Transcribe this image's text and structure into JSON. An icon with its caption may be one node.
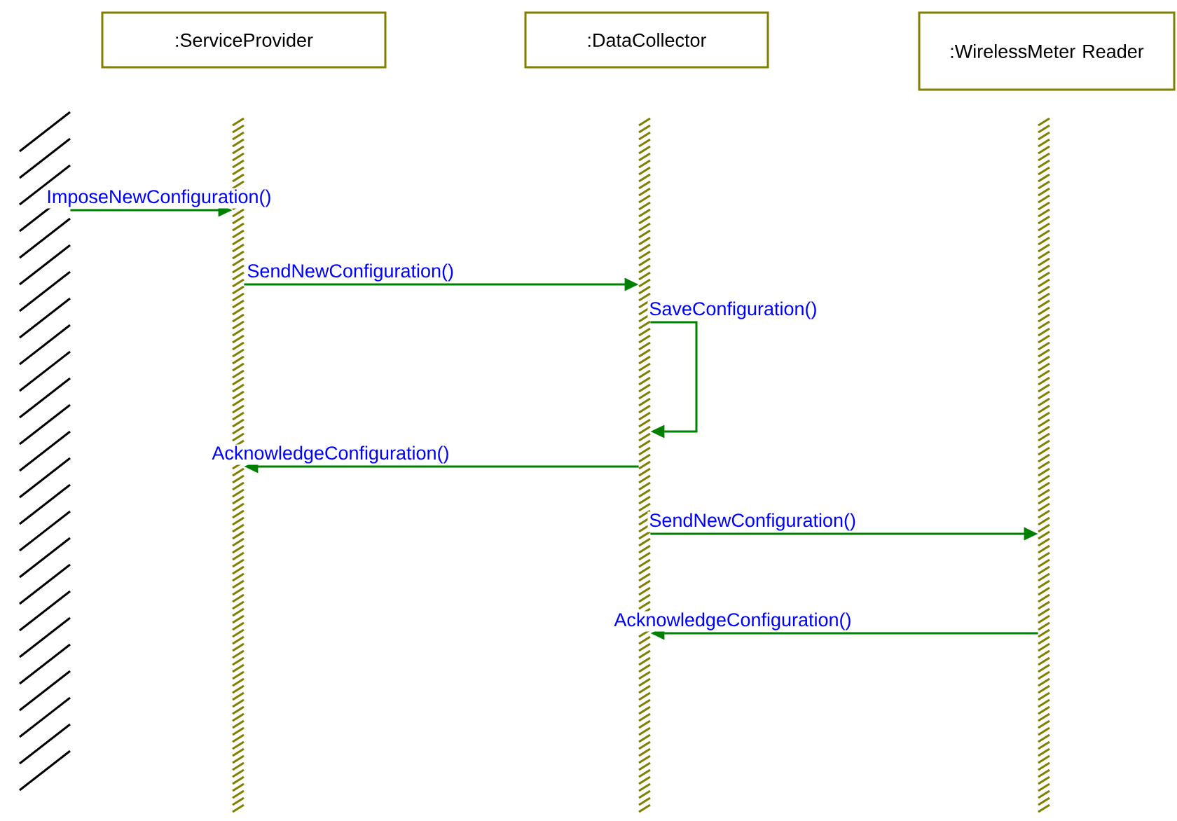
{
  "diagram": {
    "nodes": [
      {
        "text": [
          ":ServiceProvider"
        ]
      },
      {
        "text": [
          ":DataCollector"
        ]
      },
      {
        "text": [
          ":WirelessMeter Reader"
        ]
      },
      {
        "text": [],
        "shape": "bar"
      },
      {
        "text": [],
        "shape": "bar"
      },
      {
        "text": [],
        "shape": "bar"
      },
      {
        "text": [],
        "shape": "bar"
      }
    ],
    "edges": [
      {
        "from": 3,
        "to": 4,
        "arrow": "to",
        "label": "ImposeNewConfiguration()"
      },
      {
        "from": 4,
        "to": 5,
        "arrow": "to",
        "label": "SendNewConfiguration()"
      },
      {
        "from": 5,
        "to": 5,
        "arrow": "to",
        "label": "SaveConfiguration()"
      },
      {
        "from": 5,
        "to": 4,
        "arrow": "to",
        "label": "AcknowledgeConfiguration()"
      },
      {
        "from": 5,
        "to": 6,
        "arrow": "to",
        "label": "SendNewConfiguration()"
      },
      {
        "from": 6,
        "to": 5,
        "arrow": "to",
        "label": "AcknowledgeConfiguration()"
      }
    ]
  }
}
